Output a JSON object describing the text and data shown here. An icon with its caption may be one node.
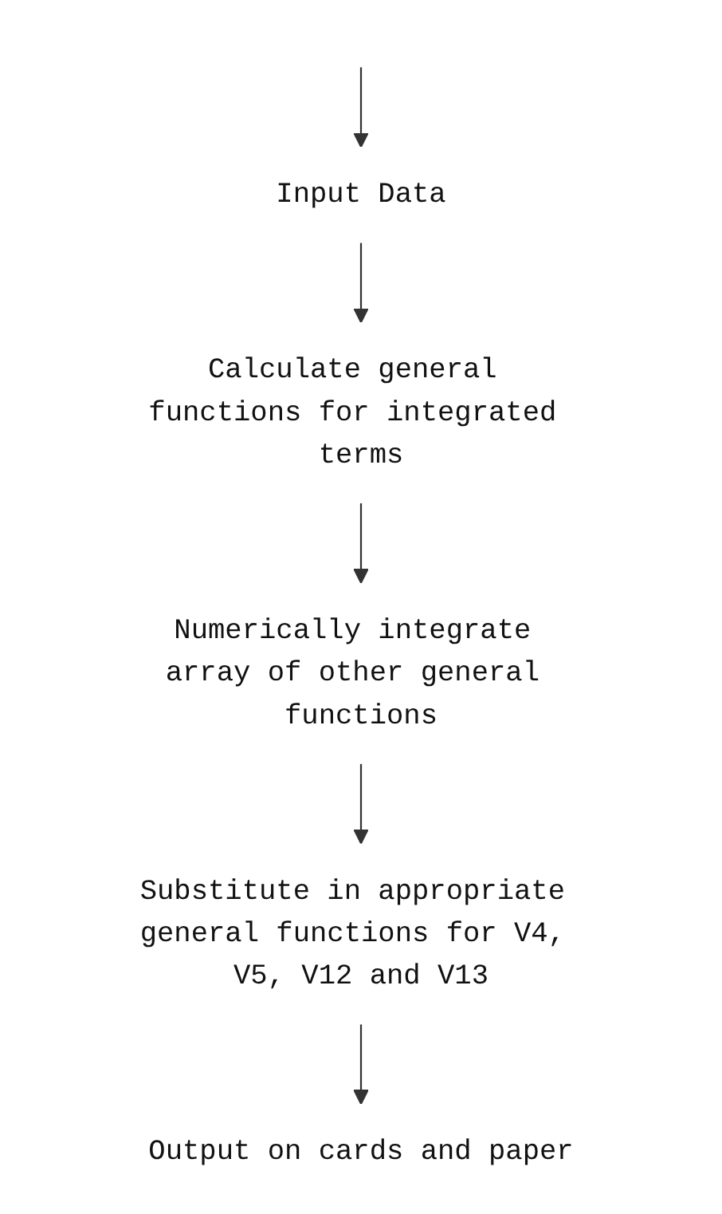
{
  "diagram": {
    "nodes": [
      {
        "text": [
          "Input Data"
        ]
      },
      {
        "text": [
          "Calculate general functions for integrated terms"
        ]
      },
      {
        "text": [
          "Numerically integrate array of other general functions"
        ]
      },
      {
        "text": [
          "Substitute in appropriate general functions for V4, V5, V12 and V13"
        ]
      },
      {
        "text": [
          "Output on cards and paper"
        ]
      }
    ],
    "edges": [
      {
        "from": null,
        "to": 0,
        "arrow": "to"
      },
      {
        "from": 0,
        "to": 1,
        "arrow": "to"
      },
      {
        "from": 1,
        "to": 2,
        "arrow": "to"
      },
      {
        "from": 2,
        "to": 3,
        "arrow": "to"
      },
      {
        "from": 3,
        "to": 4,
        "arrow": "to"
      }
    ]
  }
}
